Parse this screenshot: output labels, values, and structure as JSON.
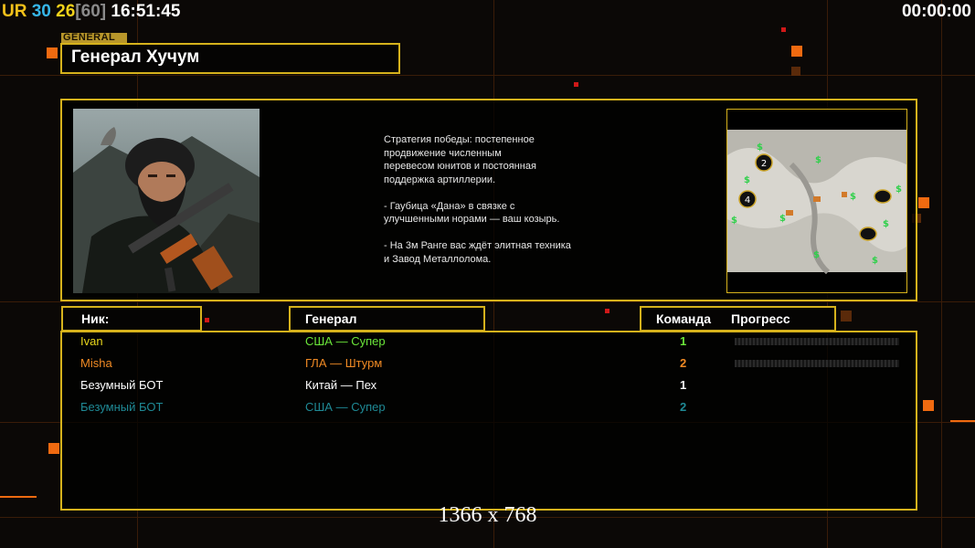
{
  "hud": {
    "fps_parts": [
      "UR",
      " 30",
      " 26",
      "[60]",
      " 16:51:45"
    ],
    "timer": "00:00:00"
  },
  "general": {
    "tag": "GENERAL",
    "title": "Генерал Хучум",
    "strategy_text": "Стратегия победы: постепенное\nпродвижение численным\nперевесом юнитов и постоянная\nподдержка артиллерии.\n\n- Гаубица «Дана» в связке с\nулучшенными норами — ваш козырь.\n\n- На 3м Ранге вас ждёт элитная техника\nи Завод Металлолома."
  },
  "minimap": {
    "start_positions": [
      "2",
      "4"
    ],
    "icon_names": [
      "money-icon",
      "supply-dock-icon",
      "oil-derrick-icon"
    ]
  },
  "table": {
    "headers": {
      "nick": "Ник:",
      "general": "Генерал",
      "team": "Команда",
      "progress": "Прогресс"
    },
    "rows": [
      {
        "nick": "Ivan",
        "general": "США — Супер",
        "team": "1",
        "progress": 0,
        "nick_color": "#e7d51c",
        "gen_color": "#6be63a",
        "team_color": "#6be63a"
      },
      {
        "nick": "Misha",
        "general": "ГЛА — Штурм",
        "team": "2",
        "progress": 0,
        "nick_color": "#f08a24",
        "gen_color": "#f08a24",
        "team_color": "#f08a24"
      },
      {
        "nick": "Безумный БОТ",
        "general": "Китай — Пех",
        "team": "1",
        "progress": null,
        "nick_color": "#ffffff",
        "gen_color": "#ffffff",
        "team_color": "#ffffff"
      },
      {
        "nick": "Безумный БОТ",
        "general": "США — Супер",
        "team": "2",
        "progress": null,
        "nick_color": "#1f8a96",
        "gen_color": "#1f8a96",
        "team_color": "#1f8a96"
      }
    ]
  },
  "resolution_label": "1366 x 768",
  "colors": {
    "accent": "#d6b21c",
    "bg": "#0b0806",
    "orange": "#f06a10"
  }
}
